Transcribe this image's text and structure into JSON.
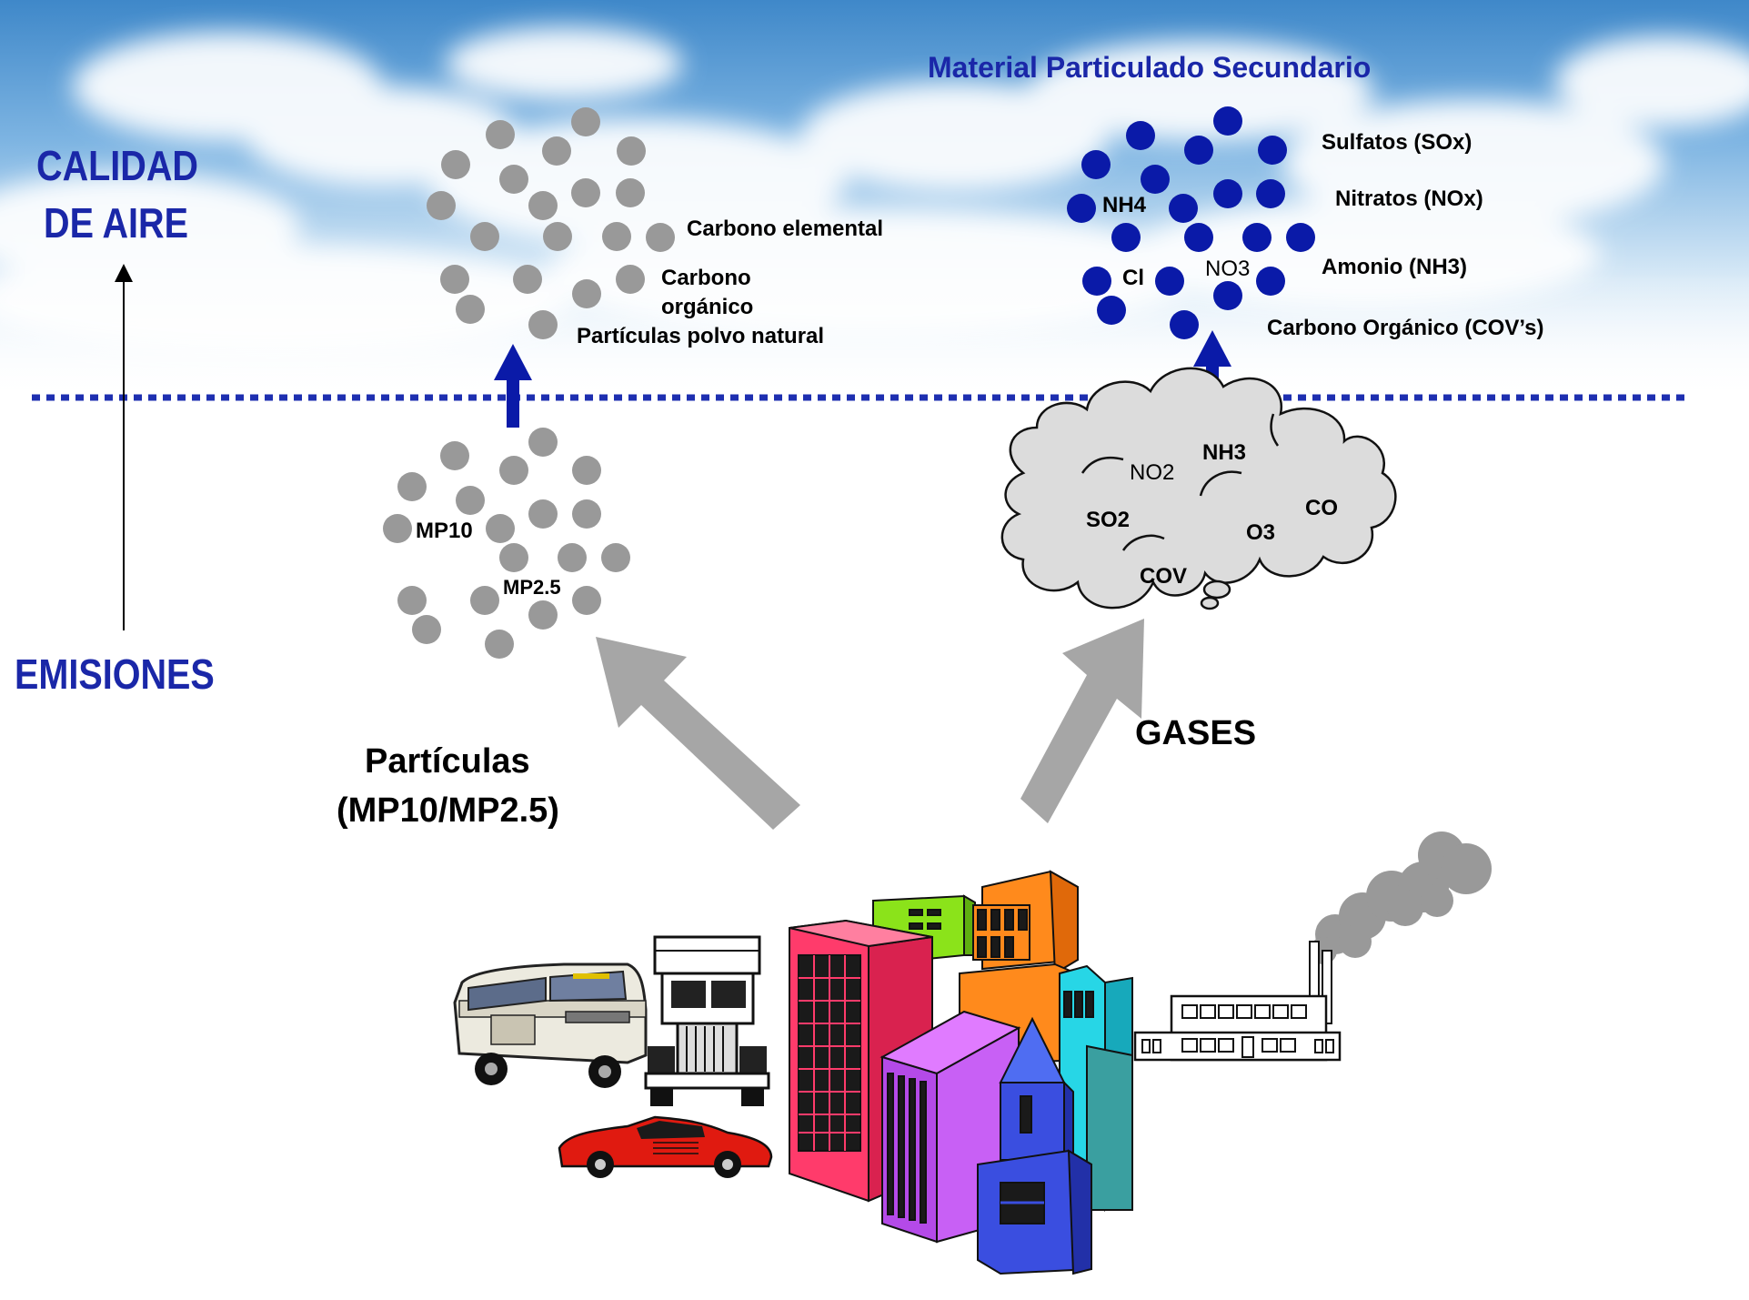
{
  "left_axis": {
    "top_label_line1": "CALIDAD",
    "top_label_line2": "DE AIRE",
    "bottom_label": "EMISIONES"
  },
  "primary_aerosol": {
    "labels": [
      "Carbono elemental",
      "Carbono",
      "orgánico",
      "Partículas polvo natural"
    ]
  },
  "emitted_particles": {
    "labels": [
      "MP10",
      "MP2.5"
    ],
    "caption_line1": "Partículas",
    "caption_line2": "(MP10/MP2.5)"
  },
  "secondary": {
    "title": "Material Particulado Secundario",
    "inner_labels": [
      "NH4",
      "Cl",
      "NO3"
    ],
    "side_labels": [
      "Sulfatos (SOx)",
      "Nitratos (NOx)",
      "Amonio (NH3)",
      "Carbono Orgánico (COV’s)"
    ]
  },
  "gas_cloud": {
    "labels": [
      "NH3",
      "NO2",
      "SO2",
      "CO",
      "O3",
      "COV"
    ],
    "caption": "GASES"
  },
  "colors": {
    "particle_gray": "#999999",
    "secondary_blue": "#0a1aa8",
    "title_blue": "#1a27a8",
    "arrow_blue": "#0a1aa8",
    "arrow_gray": "#a6a6a6",
    "divider_blue": "#1e2fb0"
  },
  "icons": [
    "bus-icon",
    "truck-icon",
    "car-icon",
    "city-buildings-icon",
    "factory-icon"
  ]
}
